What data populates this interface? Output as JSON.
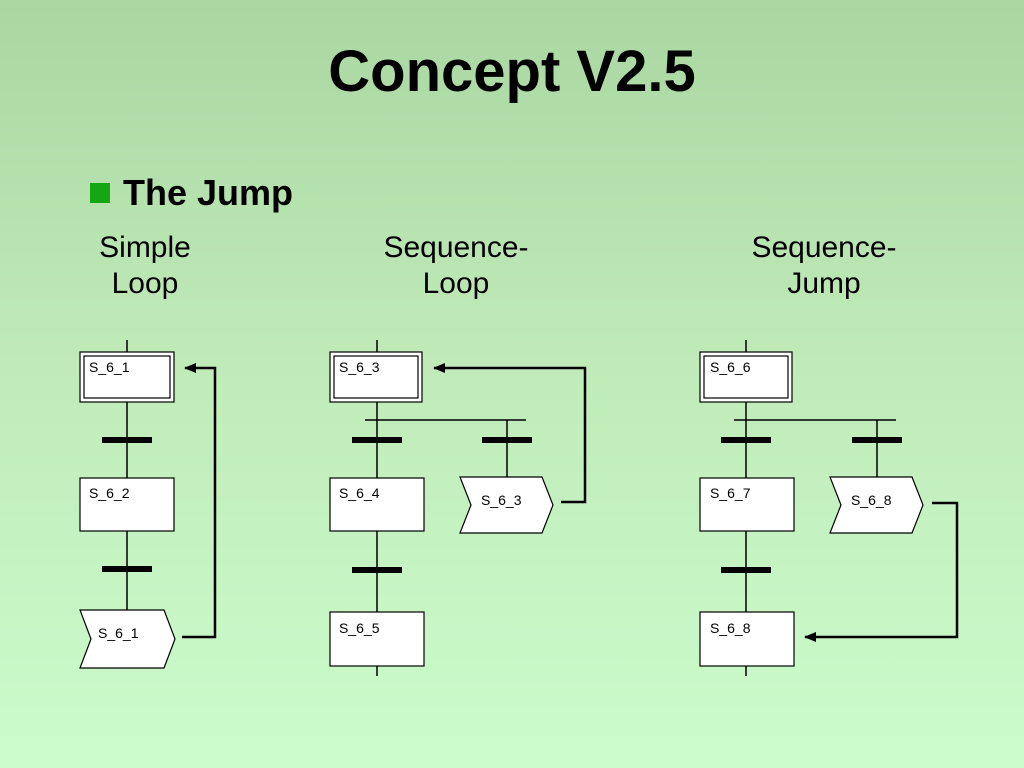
{
  "title": "Concept V2.5",
  "bullet": "The Jump",
  "columns": [
    {
      "line1": "Simple",
      "line2": "Loop"
    },
    {
      "line1": "Sequence-",
      "line2": "Loop"
    },
    {
      "line1": "Sequence-",
      "line2": "Jump"
    }
  ],
  "steps": {
    "a1": "S_6_1",
    "a2": "S_6_2",
    "a_jump": "S_6_1",
    "b3": "S_6_3",
    "b4": "S_6_4",
    "b5": "S_6_5",
    "b_jump": "S_6_3",
    "c6": "S_6_6",
    "c7": "S_6_7",
    "c8": "S_6_8",
    "c_jump": "S_6_8"
  },
  "colors": {
    "bullet": "#13a713"
  }
}
